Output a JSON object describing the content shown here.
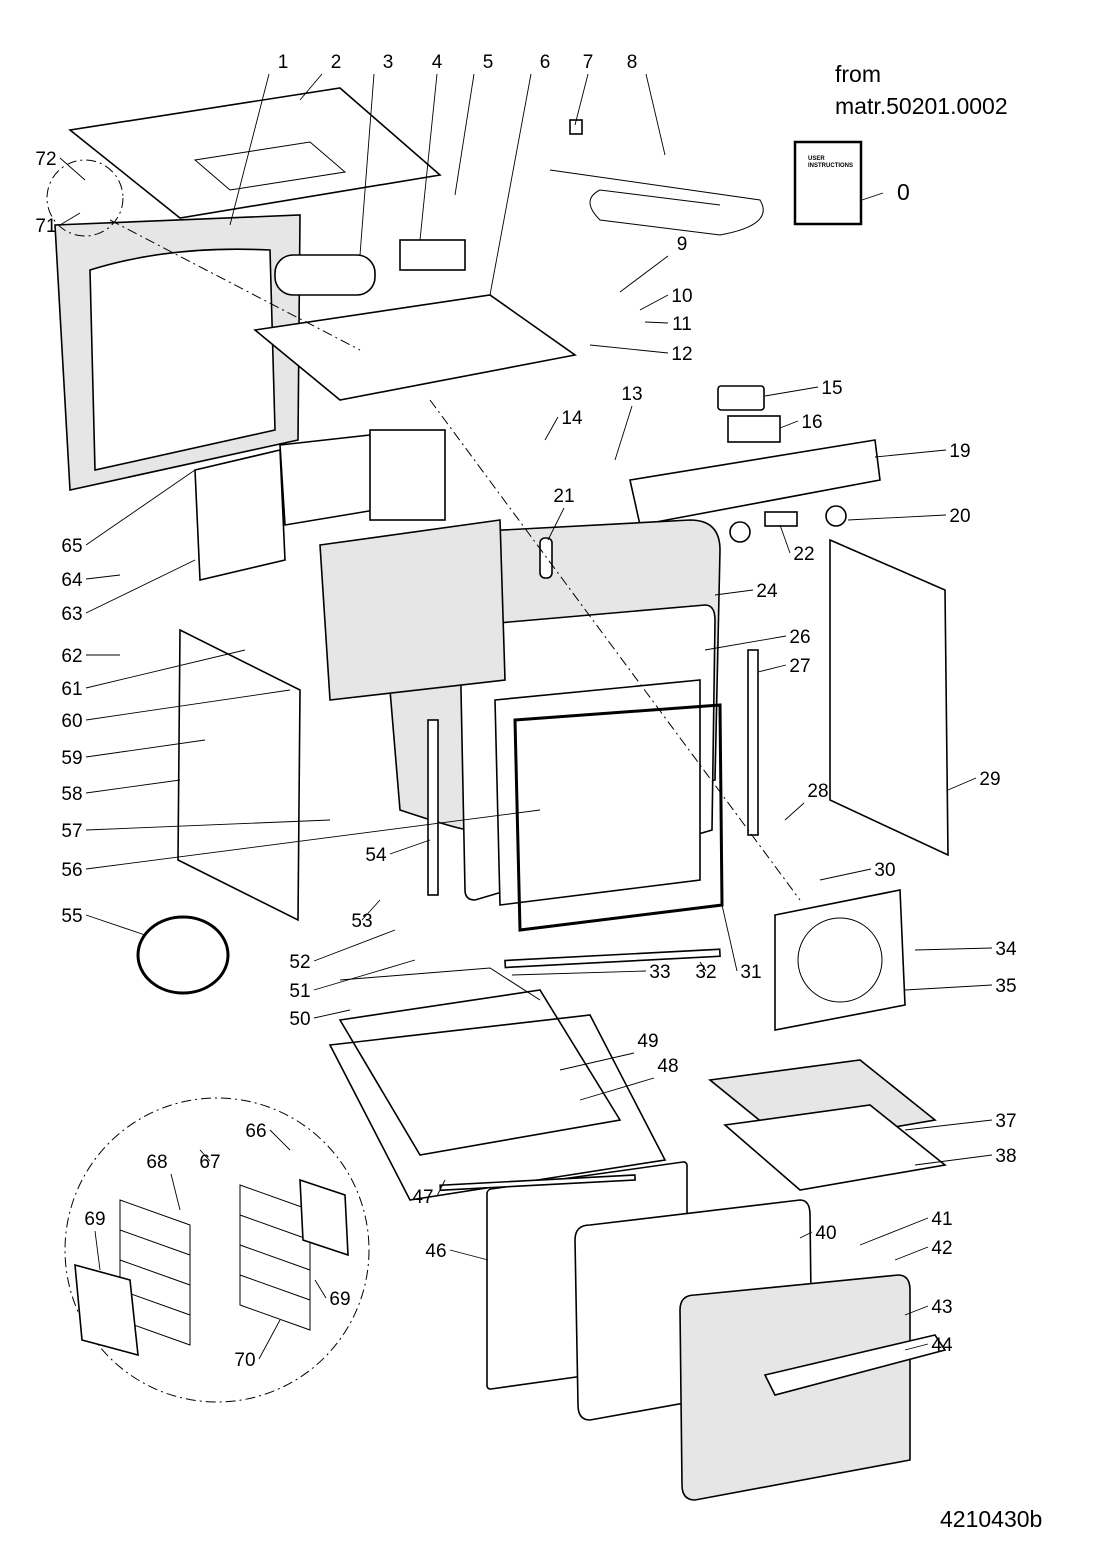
{
  "header": {
    "note_line1": "from",
    "note_line2": "matr.50201.0002"
  },
  "booklet": {
    "line1": "USER",
    "line2": "INSTRUCTIONS"
  },
  "drawing_code": "4210430b",
  "part_labels": [
    "0",
    "1",
    "2",
    "3",
    "4",
    "5",
    "6",
    "7",
    "8",
    "9",
    "10",
    "11",
    "12",
    "13",
    "14",
    "15",
    "16",
    "19",
    "20",
    "21",
    "22",
    "24",
    "26",
    "27",
    "28",
    "29",
    "30",
    "31",
    "32",
    "33",
    "34",
    "35",
    "37",
    "38",
    "40",
    "41",
    "42",
    "43",
    "44",
    "46",
    "47",
    "48",
    "49",
    "50",
    "51",
    "52",
    "53",
    "54",
    "55",
    "56",
    "57",
    "58",
    "59",
    "60",
    "61",
    "62",
    "63",
    "64",
    "65",
    "66",
    "67",
    "68",
    "69",
    "69",
    "70",
    "71",
    "72"
  ]
}
